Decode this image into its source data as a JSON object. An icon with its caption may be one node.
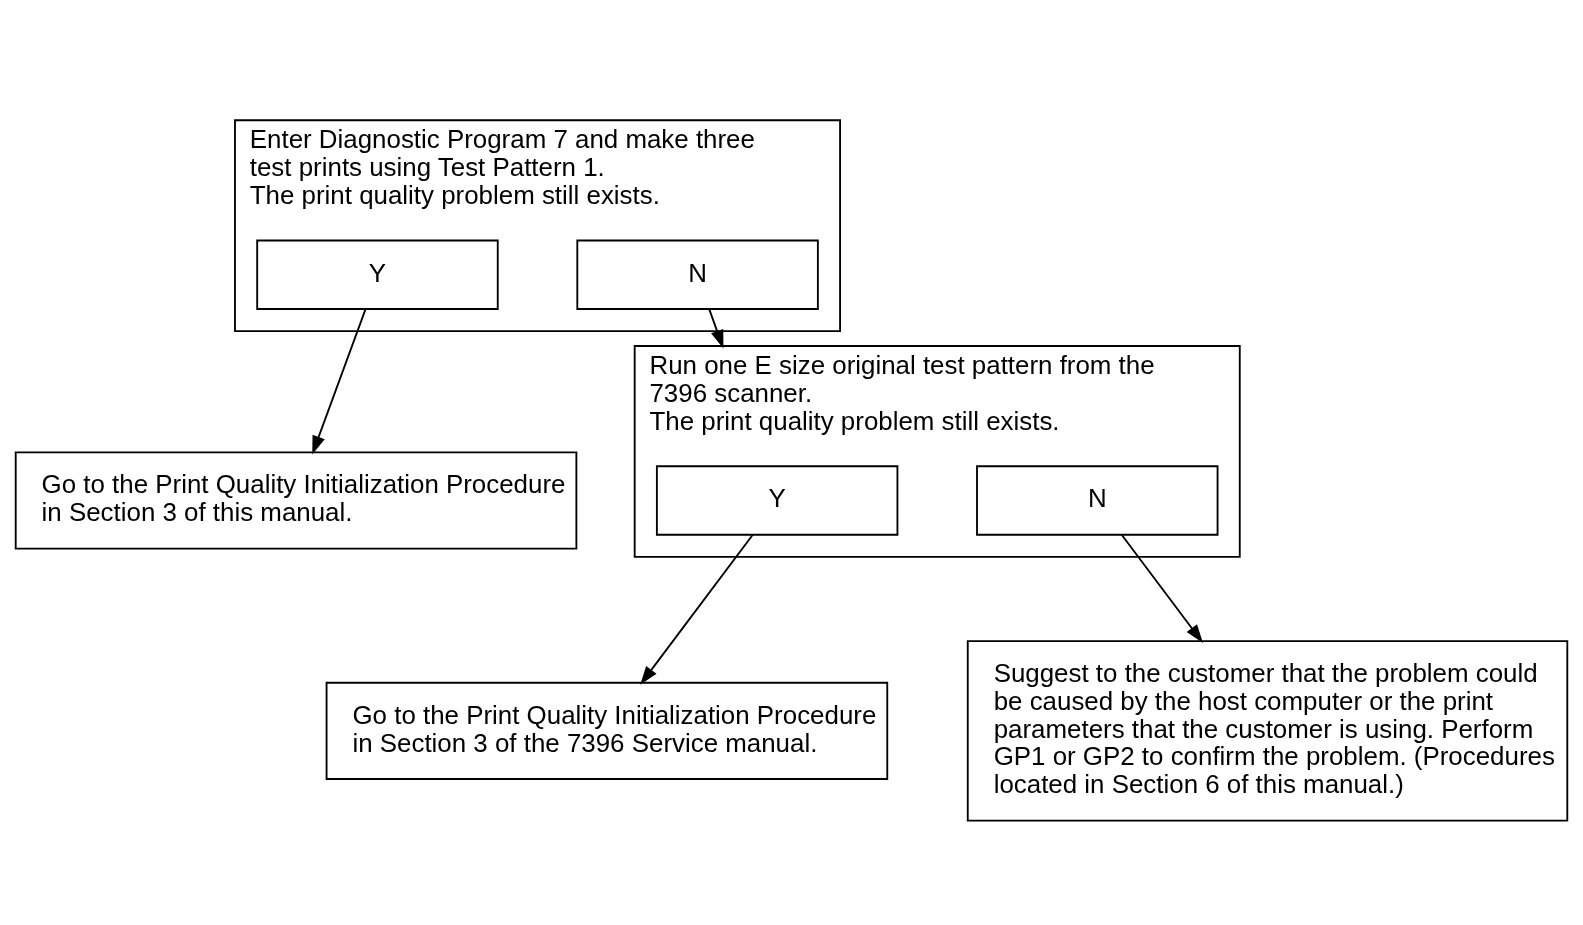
{
  "diagram": {
    "nodes": [
      {
        "text": [
          "Enter Diagnostic Program 7 and make three test prints using Test Pattern 1.",
          "The print quality problem still exists."
        ]
      },
      {
        "text": [
          "Y"
        ],
        "in": 0
      },
      {
        "text": [
          "N"
        ],
        "in": 0
      },
      {
        "text": [
          "Go to the Print Quality Initialization Procedure in Section 3 of this manual."
        ]
      },
      {
        "text": [
          "Run one E size original test pattern from the 7396 scanner.",
          "The print quality problem still exists."
        ]
      },
      {
        "text": [
          "Y"
        ],
        "in": 4
      },
      {
        "text": [
          "N"
        ],
        "in": 4
      },
      {
        "text": [
          "Go to the Print Quality Initialization Procedure in Section 3 of the 7396 Service manual."
        ]
      },
      {
        "text": [
          "Suggest to the customer that the problem could be caused by the host computer or the print parameters that the customer is using. Perform GP1 or GP2 to confirm the problem. (Procedures located in Section 6 of this manual.)"
        ]
      }
    ],
    "edges": [
      {
        "from": 1,
        "to": 3,
        "arrow": "to"
      },
      {
        "from": 2,
        "to": 4,
        "arrow": "to"
      },
      {
        "from": 5,
        "to": 7,
        "arrow": "to"
      },
      {
        "from": 6,
        "to": 8,
        "arrow": "to"
      }
    ]
  }
}
